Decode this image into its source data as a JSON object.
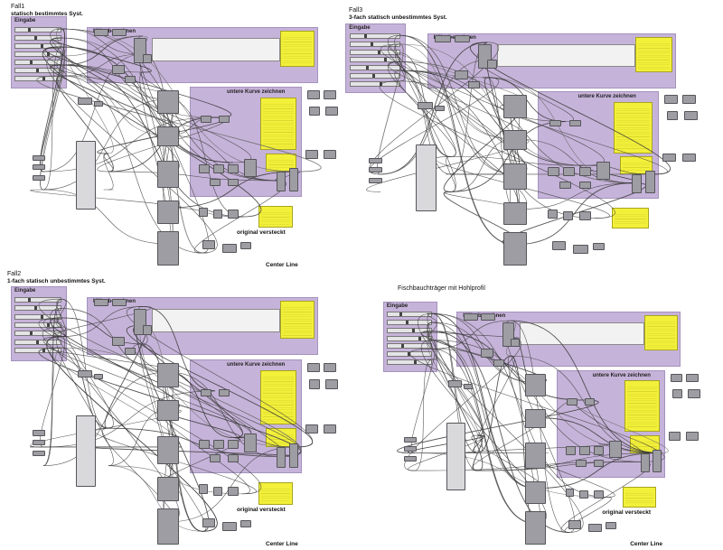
{
  "quadrants": [
    {
      "id": "fall1",
      "title_line1": "Fall1",
      "title_line2": "statisch bestimmtes Syst.",
      "group_input": "Eingabe",
      "group_height": "Höhe berechnen",
      "group_curve": "untere Kurve zeichnen",
      "label_hidden": "original versteckt",
      "label_center": "Center Line"
    },
    {
      "id": "fall3",
      "title_line1": "Fall3",
      "title_line2": "3-fach statisch unbestimmtes Syst.",
      "group_input": "Eingabe",
      "group_height": "Höhe berechnen",
      "group_curve": "untere Kurve zeichnen",
      "label_hidden": "",
      "label_center": ""
    },
    {
      "id": "fall2",
      "title_line1": "Fall2",
      "title_line2": "1-fach statisch unbestimmtes Syst.",
      "group_input": "Eingabe",
      "group_height": "Höhe berechnen",
      "group_curve": "untere Kurve zeichnen",
      "label_hidden": "original versteckt",
      "label_center": "Center Line"
    },
    {
      "id": "fischbauch",
      "title_line1": "Fischbauchträger mit Hohlprofil",
      "title_line2": "",
      "group_input": "Eingabe",
      "group_height": "Höhe berechnen",
      "group_curve": "untere Kurve zeichnen",
      "label_hidden": "original versteckt",
      "label_center": "Center Line"
    }
  ],
  "colors": {
    "group_fill": "#c6b3d9",
    "component": "#9d9da3",
    "note": "#f3f03a",
    "wire": "#3a3a3a"
  }
}
